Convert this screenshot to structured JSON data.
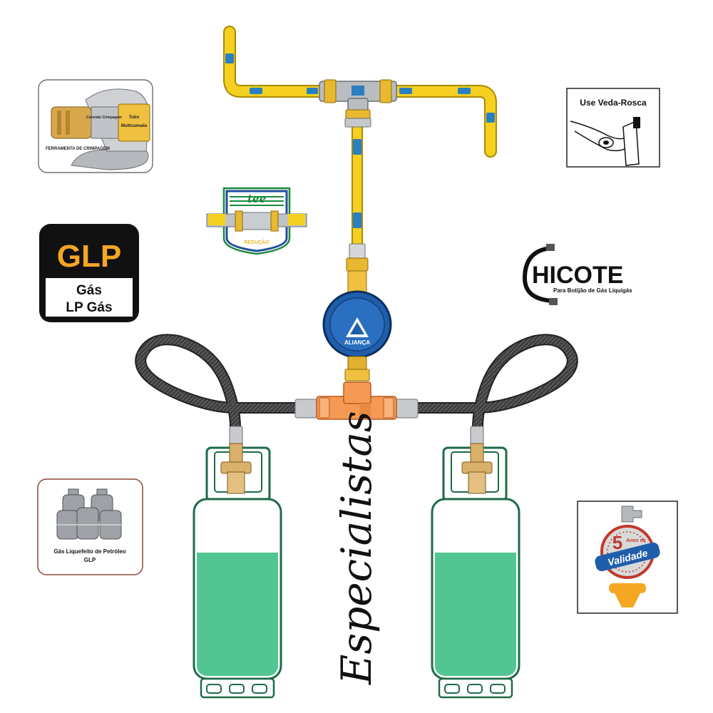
{
  "crimp_card": {
    "tool_label": "FERRAMENTA DE CRIMPAGEM",
    "connection_label": "Conexão Crimpagem",
    "tube_label_1": "Tubo",
    "tube_label_2": "Multicamada"
  },
  "tee_card": {
    "title": "tee",
    "subtitle": "REDUÇÃO"
  },
  "glp_card": {
    "title": "GLP",
    "line1": "Gás",
    "line2": "LP Gás"
  },
  "seal_card": {
    "title": "Use Veda-Rosca"
  },
  "hose_card": {
    "title": "HICOTE",
    "subtitle": "Para Botijão de Gás Liquigás"
  },
  "cylinders_card": {
    "label_line1": "Gás Liquefeito de Petróleo",
    "label_line2": "GLP"
  },
  "validity_card": {
    "number": "5",
    "years": "Anos de",
    "label": "Validade"
  },
  "regulator": {
    "brand": "ALIANÇA"
  },
  "vertical_text": "Especialistas",
  "colors": {
    "gas_fill": "#52c692",
    "tank_outline": "#1f6b47",
    "yellow_pipe": "#f5d020",
    "regulator_blue": "#1f5eab",
    "glp_orange": "#f5a623",
    "tee_orange": "#f59a55",
    "hose": "#3e3e3e"
  }
}
